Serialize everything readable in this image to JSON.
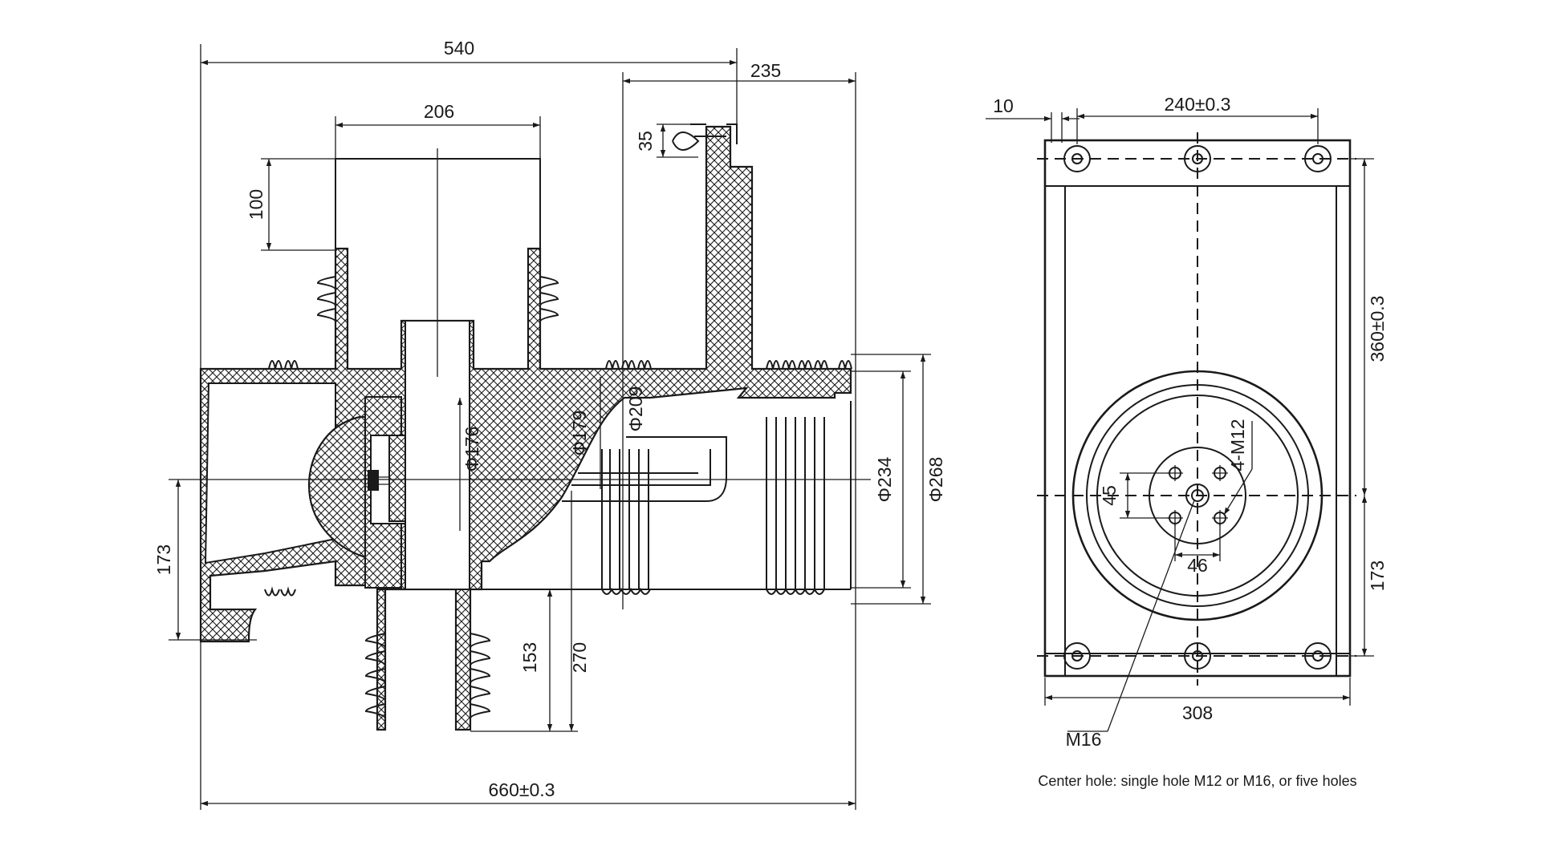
{
  "side_view": {
    "dim_540": "540",
    "dim_235": "235",
    "dim_206": "206",
    "dim_35": "35",
    "dim_100": "100",
    "dim_phi176": "Φ176",
    "dim_phi179": "Φ179",
    "dim_phi209": "Φ209",
    "dim_phi234": "Φ234",
    "dim_phi268": "Φ268",
    "dim_173": "173",
    "dim_153": "153",
    "dim_270": "270",
    "dim_660": "660±0.3"
  },
  "end_view": {
    "dim_10": "10",
    "dim_240": "240±0.3",
    "dim_360": "360±0.3",
    "dim_173": "173",
    "dim_45": "45",
    "dim_46": "46",
    "dim_4m12": "4-M12",
    "dim_308": "308",
    "dim_m16": "M16"
  },
  "note": "Center hole: single hole M12 or M16, or five holes",
  "colors": {
    "line": "#1a1a1a",
    "background": "#ffffff"
  }
}
